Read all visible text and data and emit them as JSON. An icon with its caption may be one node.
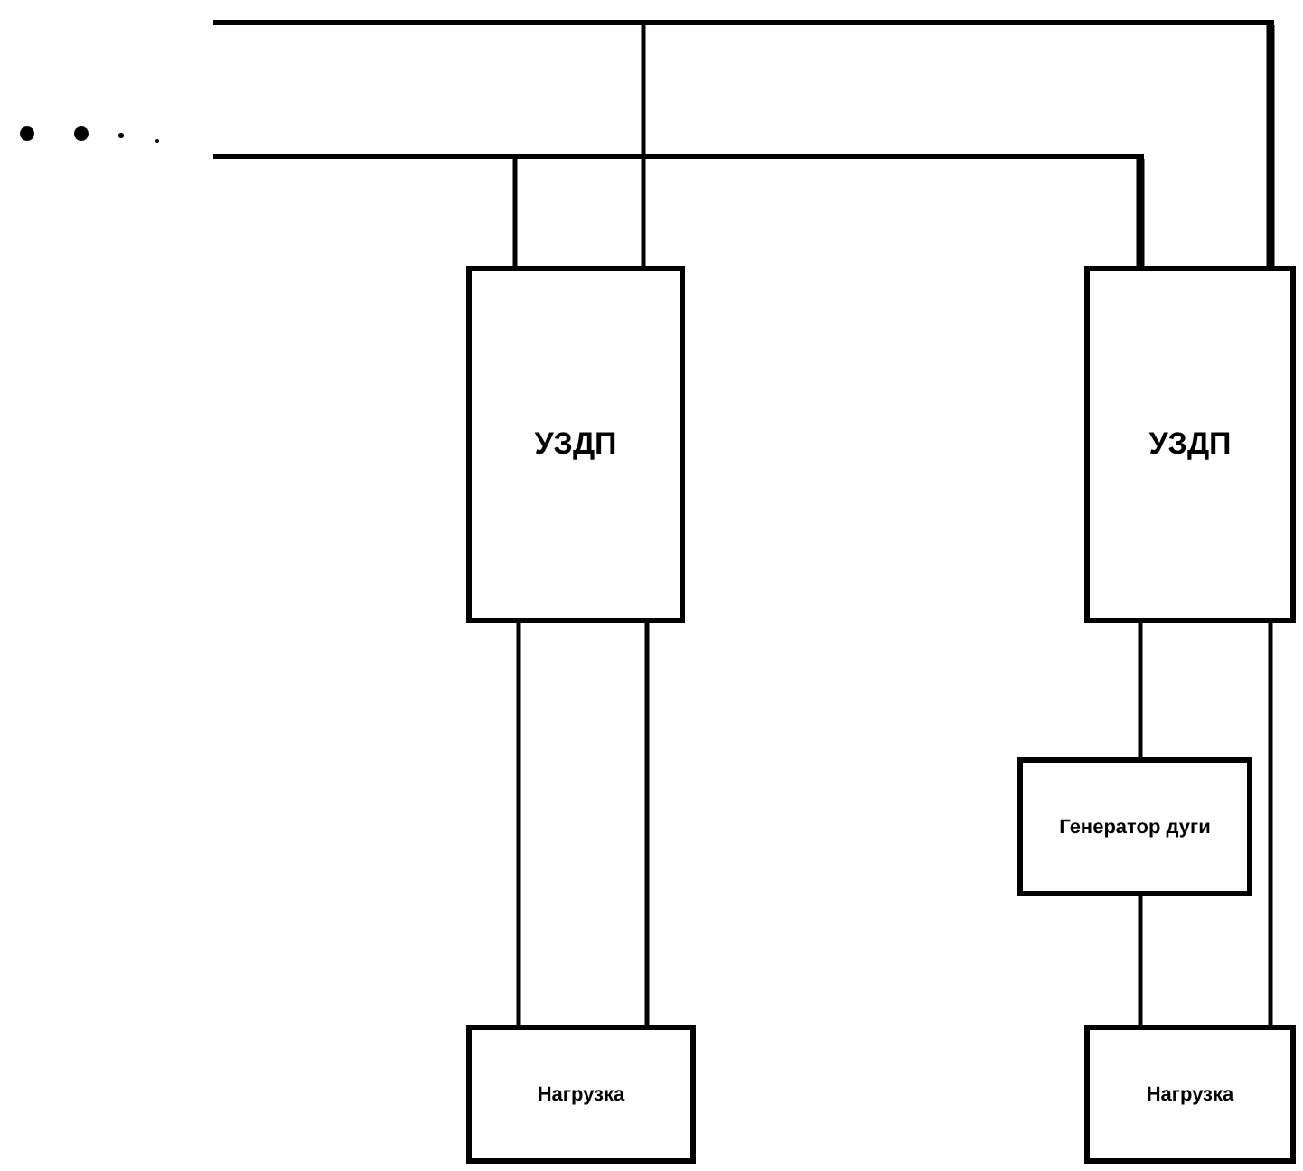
{
  "diagram": {
    "nodes": [
      {
        "text": [],
        "shape": "bar"
      },
      {
        "text": [],
        "shape": "bar"
      },
      {
        "text": [
          "УЗДП"
        ]
      },
      {
        "text": [
          "УЗДП"
        ]
      },
      {
        "text": [
          "Генератор дуги"
        ]
      },
      {
        "text": [
          "Нагрузка"
        ]
      },
      {
        "text": [
          "Нагрузка"
        ]
      }
    ],
    "edges": [
      {
        "from": 1,
        "to": 2,
        "arrow": "none"
      },
      {
        "from": 0,
        "to": 2,
        "arrow": "none"
      },
      {
        "from": 1,
        "to": 3,
        "arrow": "none",
        "style": "thick"
      },
      {
        "from": 0,
        "to": 3,
        "arrow": "none",
        "style": "thick"
      },
      {
        "from": 2,
        "to": 5,
        "arrow": "none"
      },
      {
        "from": 2,
        "to": 5,
        "arrow": "none"
      },
      {
        "from": 3,
        "to": 4,
        "arrow": "none"
      },
      {
        "from": 4,
        "to": 6,
        "arrow": "none"
      },
      {
        "from": 3,
        "to": 6,
        "arrow": "none"
      }
    ]
  }
}
